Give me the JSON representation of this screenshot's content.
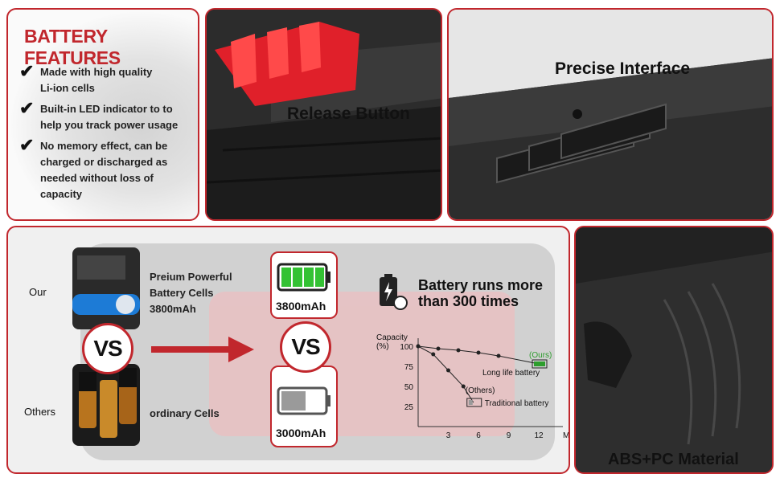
{
  "features": {
    "title": "BATTERY FEATURES",
    "items": [
      {
        "text": "Made with high quality\nLi-ion cells"
      },
      {
        "text": "Built-in LED indicator to to\nhelp you track power usage"
      },
      {
        "text": "No memory effect, can be\ncharged or discharged as\nneeded without loss of\ncapacity"
      }
    ]
  },
  "release": {
    "label": "Release Button"
  },
  "interface": {
    "label": "Precise Interface"
  },
  "material": {
    "label": "ABS+PC Material"
  },
  "comparison": {
    "our_label": "Our",
    "others_label": "Others",
    "our_desc": "Preium Powerful\nBattery Cells\n3800mAh",
    "others_desc": "ordinary Cells",
    "vs_text": "VS",
    "our_capacity": "3800mAh",
    "others_capacity": "3000mAh",
    "headline": "Battery runs more\nthan 300 times"
  },
  "chart_data": {
    "type": "line",
    "ylabel": "Capacity\n(%)",
    "xlabel": "Month",
    "yticks": [
      "100",
      "75",
      "50",
      "25"
    ],
    "xticks": [
      "3",
      "6",
      "9",
      "12"
    ],
    "series": [
      {
        "name": "Long life battery",
        "tag": "(Ours)",
        "x": [
          0,
          2,
          4,
          6,
          8,
          12
        ],
        "y": [
          100,
          97,
          95,
          92,
          88,
          78
        ]
      },
      {
        "name": "Traditional battery",
        "tag": "(Others)",
        "x": [
          0,
          1.5,
          3,
          4.5,
          5.5
        ],
        "y": [
          100,
          90,
          70,
          50,
          30
        ]
      }
    ],
    "colors": {
      "ours": "#2e9e2e",
      "axis": "#333"
    }
  },
  "colors": {
    "accent": "#c1272d",
    "green": "#33c233"
  }
}
